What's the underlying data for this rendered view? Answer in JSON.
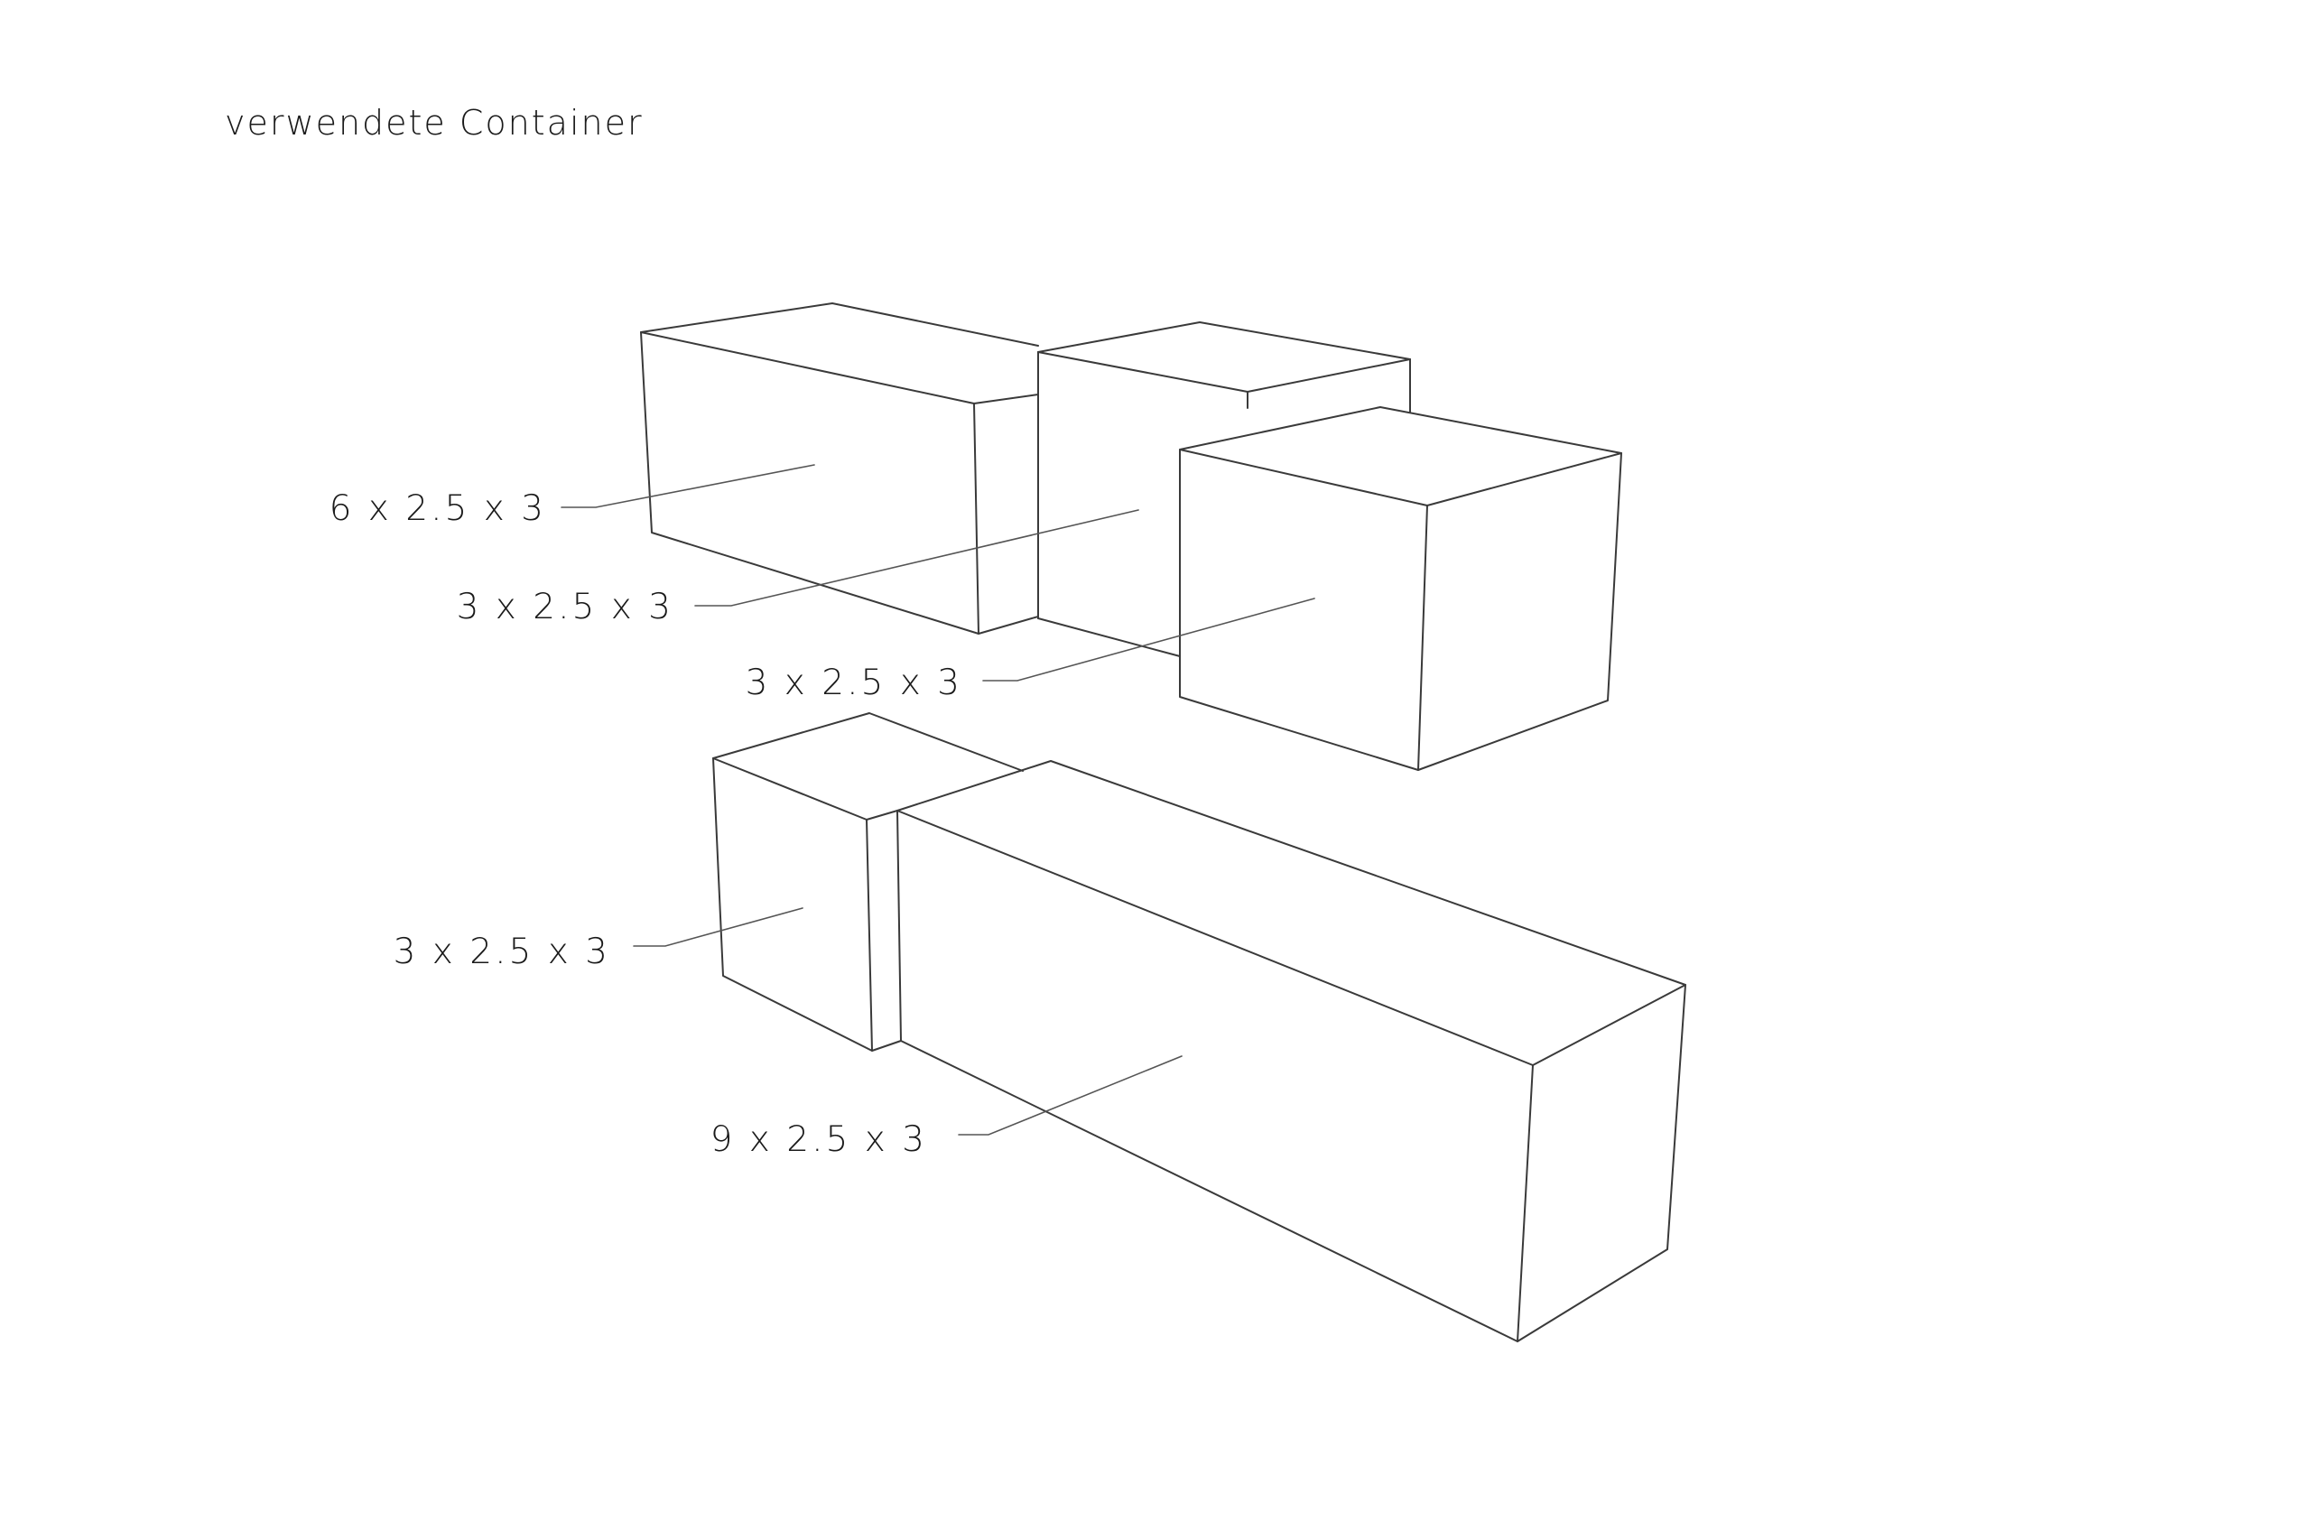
{
  "title": "verwendete Container",
  "containers": [
    {
      "id": "container-a",
      "label": "6 x 2.5 x 3"
    },
    {
      "id": "container-b",
      "label": "3 x 2.5 x 3"
    },
    {
      "id": "container-c",
      "label": "3 x 2.5 x 3"
    },
    {
      "id": "container-d",
      "label": "3 x 2.5 x 3"
    },
    {
      "id": "container-e",
      "label": "9 x 2.5 x 3"
    }
  ],
  "colors": {
    "background": "#ffffff",
    "line": "#3a3a3a",
    "text": "#1a1a1a"
  }
}
